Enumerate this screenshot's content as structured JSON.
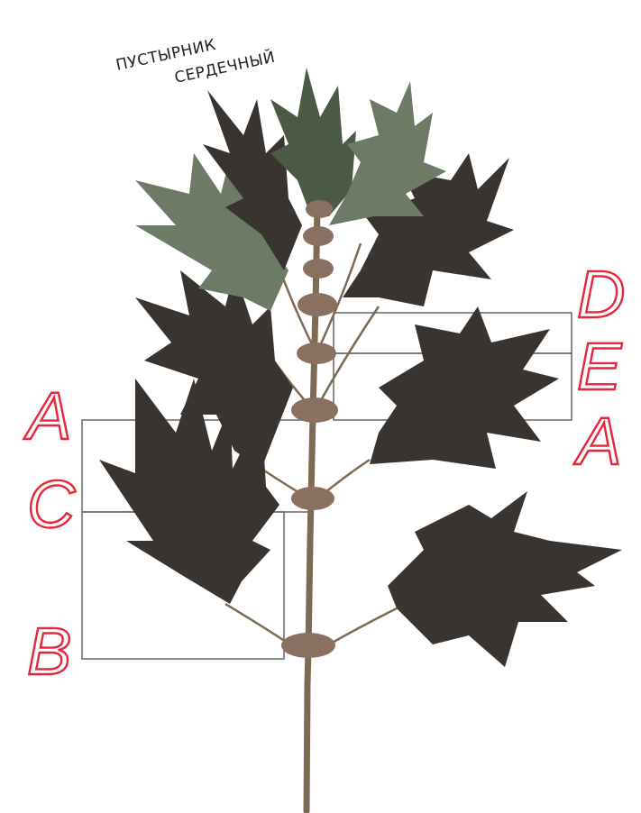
{
  "title": {
    "line1": "ПУСТЫРНИК",
    "line2": "СЕРДЕЧНЫЙ"
  },
  "labels": {
    "left_a": "A",
    "left_c": "C",
    "left_b": "B",
    "right_d": "D",
    "right_e": "E",
    "right_a": "A"
  },
  "colors": {
    "label_red": "#e8253a",
    "guide_gray": "#6f6f6f",
    "leaf_dark": "#3a3430",
    "leaf_green": "#4a5a44",
    "leaf_olive": "#6d7a66",
    "stem": "#7c6a55",
    "flower": "#8a7060"
  }
}
